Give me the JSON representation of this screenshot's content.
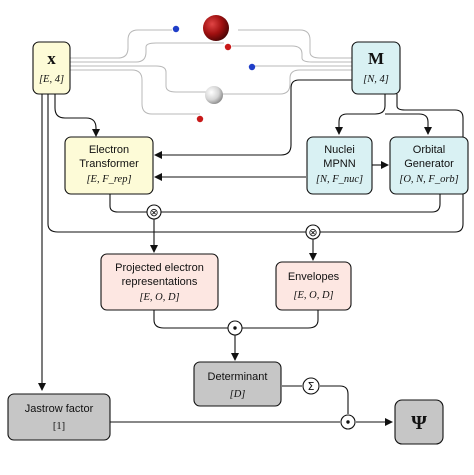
{
  "inputs": {
    "x": {
      "symbol": "x",
      "shape": "[E, 4]"
    },
    "M": {
      "symbol": "M",
      "shape": "[N, 4]"
    }
  },
  "nodes": {
    "electron_transformer": {
      "line1": "Electron",
      "line2": "Transformer",
      "shape": "[E, F_rep]"
    },
    "nuclei_mpnn": {
      "line1": "Nuclei",
      "line2": "MPNN",
      "shape": "[N, F_nuc]"
    },
    "orbital_generator": {
      "line1": "Orbital",
      "line2": "Generator",
      "shape": "[O, N, F_orb]"
    },
    "projected": {
      "line1": "Projected electron",
      "line2": "representations",
      "shape": "[E, O, D]"
    },
    "envelopes": {
      "line1": "Envelopes",
      "shape": "[E, O, D]"
    },
    "determinant": {
      "line1": "Determinant",
      "shape": "[D]"
    },
    "jastrow": {
      "line1": "Jastrow factor",
      "shape": "[1]"
    },
    "output": {
      "symbol": "Ψ"
    }
  },
  "operators": {
    "outer": "⊗",
    "dot": "⊙",
    "sum": "Σ"
  },
  "colors": {
    "input_fill": "#fdfbd7",
    "transformer_fill": "#fdfbd7",
    "mpnn_fill": "#d9f1f3",
    "orbital_fill": "#d9f1f3",
    "projected_fill": "#fde7e2",
    "envelopes_fill": "#fde7e2",
    "gray_fill": "#c6c6c6",
    "stroke": "#111111",
    "electron_dot": "#c81919",
    "blue_dot": "#1f3ec8",
    "nucleus_red": "#9b1010",
    "nucleus_gray": "#dcdcdc"
  }
}
